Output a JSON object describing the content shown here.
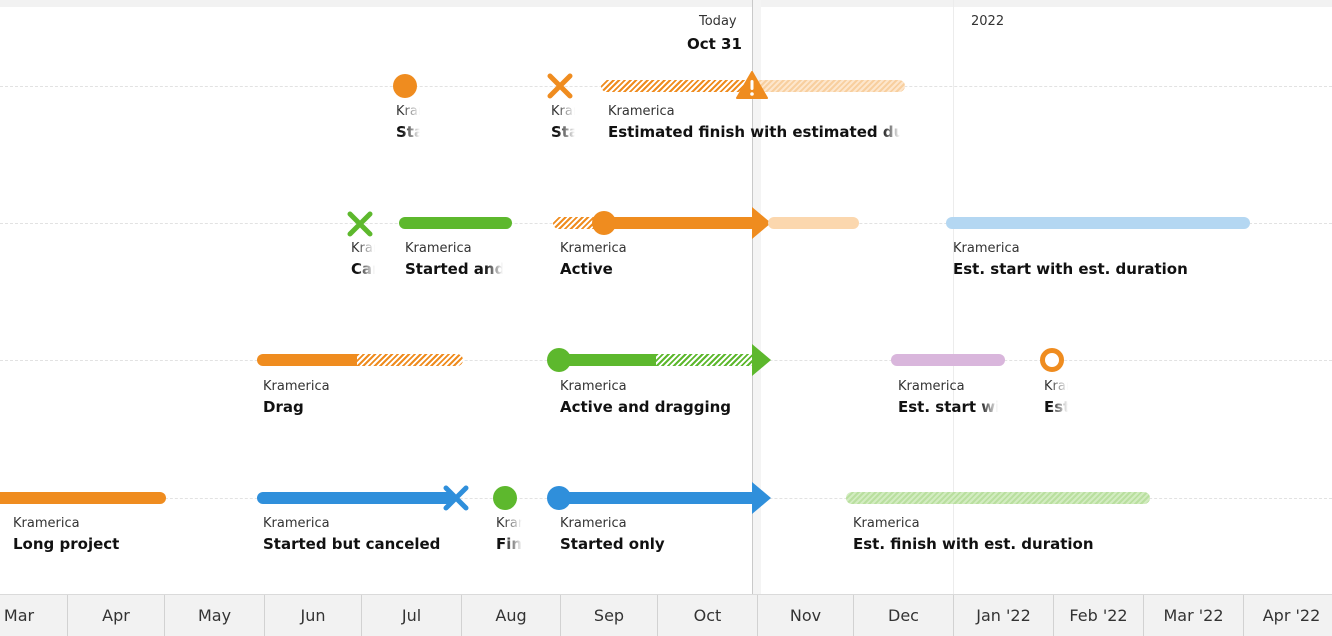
{
  "header": {
    "today_label": "Today",
    "today_date": "Oct 31",
    "year_label": "2022"
  },
  "colors": {
    "orange": "#ef8c1f",
    "green": "#5db82d",
    "blue": "#2f8fdb",
    "light_orange": "#fbd7ae",
    "light_blue": "#b4d7f2",
    "light_purple": "#d9b6dc",
    "light_green": "#c5e6ae"
  },
  "items": [
    {
      "org": "Kramerica",
      "name": "Started"
    },
    {
      "org": "Kramerica",
      "name": "Started"
    },
    {
      "org": "Kramerica",
      "name": "Estimated finish with estimated duration"
    },
    {
      "org": "Kramerica",
      "name": "Canceled"
    },
    {
      "org": "Kramerica",
      "name": "Started and finished"
    },
    {
      "org": "Kramerica",
      "name": "Active"
    },
    {
      "org": "Kramerica",
      "name": "Est. start with est. duration"
    },
    {
      "org": "Kramerica",
      "name": "Drag"
    },
    {
      "org": "Kramerica",
      "name": "Active and dragging"
    },
    {
      "org": "Kramerica",
      "name": "Est. start with est. finish"
    },
    {
      "org": "Kramerica",
      "name": "Est. start"
    },
    {
      "org": "Kramerica",
      "name": "Long project"
    },
    {
      "org": "Kramerica",
      "name": "Started but canceled"
    },
    {
      "org": "Kramerica",
      "name": "Finished"
    },
    {
      "org": "Kramerica",
      "name": "Started only"
    },
    {
      "org": "Kramerica",
      "name": "Est. finish with est. duration"
    }
  ],
  "axis": {
    "months": [
      "Mar",
      "Apr",
      "May",
      "Jun",
      "Jul",
      "Aug",
      "Sep",
      "Oct",
      "Nov",
      "Dec",
      "Jan '22",
      "Feb '22",
      "Mar '22",
      "Apr '22"
    ]
  },
  "icons": {
    "canceled": "x-mark-icon",
    "warning": "warning-triangle-icon",
    "start": "circle-dot-icon",
    "arrow": "arrow-head-icon",
    "est_start": "ring-icon"
  }
}
